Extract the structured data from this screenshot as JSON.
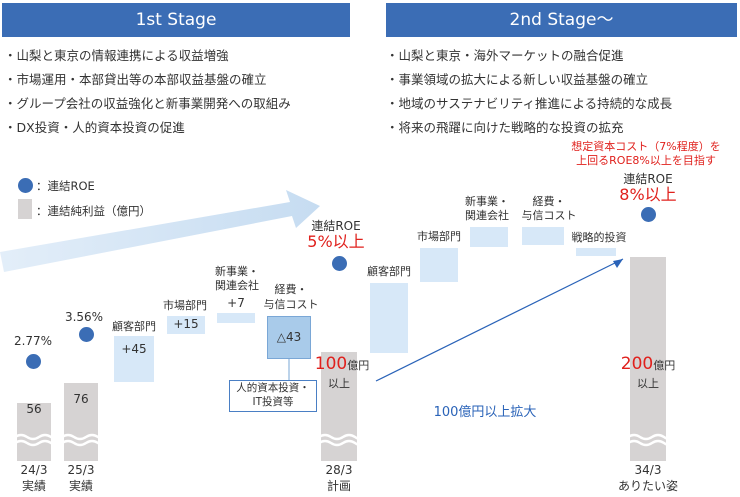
{
  "stage1": {
    "title": "1st Stage",
    "bullets": [
      "山梨と東京の情報連携による収益増強",
      "市場運用・本部貸出等の本部収益基盤の確立",
      "グループ会社の収益強化と新事業開発への取組み",
      "DX投資・人的資本投資の促進"
    ]
  },
  "stage2": {
    "title": "2nd Stage～",
    "bullets": [
      "山梨と東京・海外マーケットの融合促進",
      "事業領域の拡大による新しい収益基盤の確立",
      "地域のサステナビリティ推進による持続的な成長",
      "将来の飛躍に向けた戦略的な投資の拡充"
    ]
  },
  "legend": {
    "roe": "：連結ROE",
    "profit": "：連結純利益（億円）"
  },
  "periods": {
    "p1": {
      "top": "24/3",
      "bottom": "実績",
      "value": "56",
      "roe": "2.77%"
    },
    "p2": {
      "top": "25/3",
      "bottom": "実績",
      "value": "76",
      "roe": "3.56%"
    },
    "p3": {
      "top": "28/3",
      "bottom": "計画",
      "value_big": "100",
      "value_unit": "億円",
      "value_suffix": "以上",
      "roe_label": "連結ROE",
      "roe_value": "5%以上"
    },
    "p4": {
      "top": "34/3",
      "bottom": "ありたい姿",
      "value_big": "200",
      "value_unit": "億円",
      "value_suffix": "以上",
      "roe_label": "連結ROE",
      "roe_value": "8%以上"
    }
  },
  "stage1_steps": {
    "customer": {
      "label": "顧客部門",
      "value": "+45"
    },
    "market": {
      "label": "市場部門",
      "value": "+15"
    },
    "newbiz": {
      "label_1": "新事業・",
      "label_2": "関連会社",
      "value": "+7"
    },
    "cost": {
      "label_1": "経費・",
      "label_2": "与信コスト",
      "value": "△43"
    },
    "note_1": "人的資本投資・",
    "note_2": "IT投資等"
  },
  "stage2_steps": {
    "customer": "顧客部門",
    "market": "市場部門",
    "newbiz_1": "新事業・",
    "newbiz_2": "関連会社",
    "cost_1": "経費・",
    "cost_2": "与信コスト",
    "strategic": "戦略的投資"
  },
  "target_note": {
    "line1": "想定資本コスト（7%程度）を",
    "line2": "上回るROE8%以上を目指す"
  },
  "expansion": "100億円以上拡大",
  "colors": {
    "header": "#3b6db5",
    "dot": "#3b6db5",
    "gray_bar": "#d6d3d3",
    "light_blue": "#d7e8f8",
    "red": "#e0211d",
    "blue_text": "#2a63b8"
  }
}
